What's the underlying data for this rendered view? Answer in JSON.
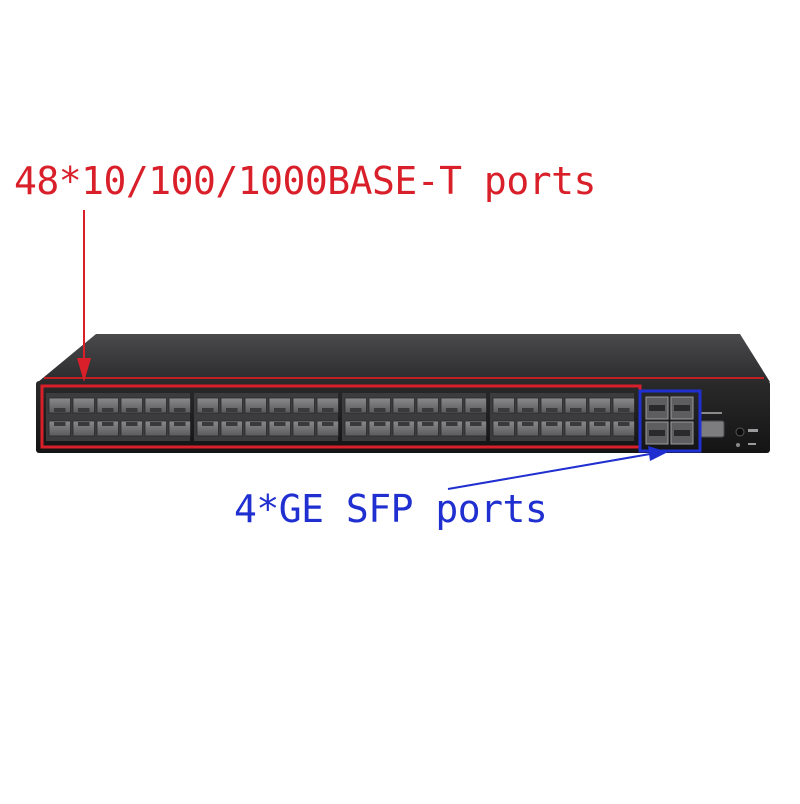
{
  "annotations": {
    "rj45": {
      "text": "48*10/100/1000BASE-T ports",
      "color": "#d9202a"
    },
    "sfp": {
      "text": "4*GE SFP ports",
      "color": "#1f2fd0"
    }
  },
  "device": {
    "port_groups": 4,
    "ports_per_group": 12,
    "sfp_count": 4,
    "body_color": "#1e1e1f",
    "top_color": "#3a3a3c",
    "port_color": "#6d6d70",
    "accent": "#c21f24"
  }
}
